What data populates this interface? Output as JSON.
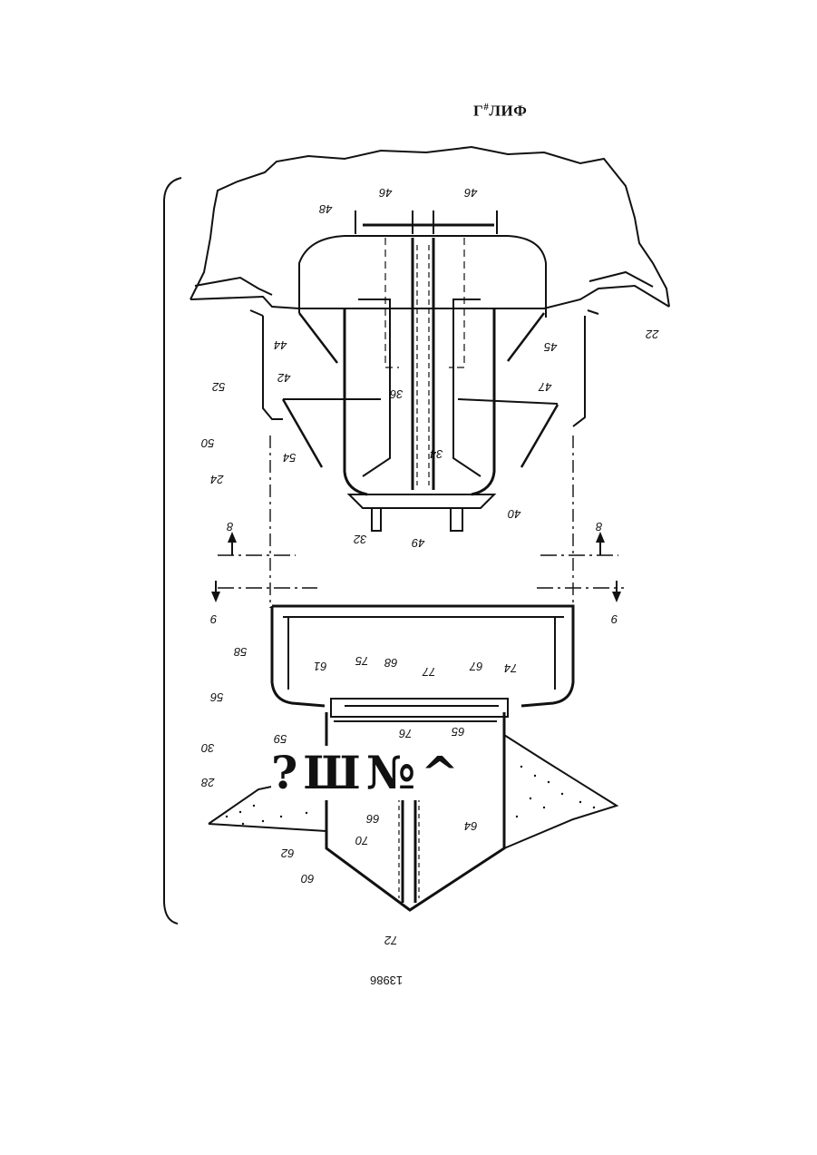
{
  "header_text": "Г",
  "header_mark": "#",
  "header_tail": "ЛИФ",
  "sheet_number": "13986",
  "overlay_text": "?Ш№^",
  "reference_numerals": {
    "r48": "48",
    "r46a": "46",
    "r46b": "46",
    "r22": "22",
    "r44": "44",
    "r45": "45",
    "r42": "42",
    "r52": "52",
    "r36": "36",
    "r47": "47",
    "r50": "50",
    "r54": "54",
    "r34": "34",
    "r24": "24",
    "r40": "40",
    "r32": "32",
    "r49": "49",
    "r8a": "8",
    "r8b": "8",
    "r9a": "9",
    "r9b": "9",
    "r58": "58",
    "r61": "61",
    "r75": "75",
    "r68": "68",
    "r77": "77",
    "r67": "67",
    "r74": "74",
    "r56": "56",
    "r59": "59",
    "r76": "76",
    "r65": "65",
    "r30": "30",
    "r28": "28",
    "r62": "62",
    "r66": "66",
    "r70": "70",
    "r64": "64",
    "r60": "60",
    "r72": "72"
  }
}
